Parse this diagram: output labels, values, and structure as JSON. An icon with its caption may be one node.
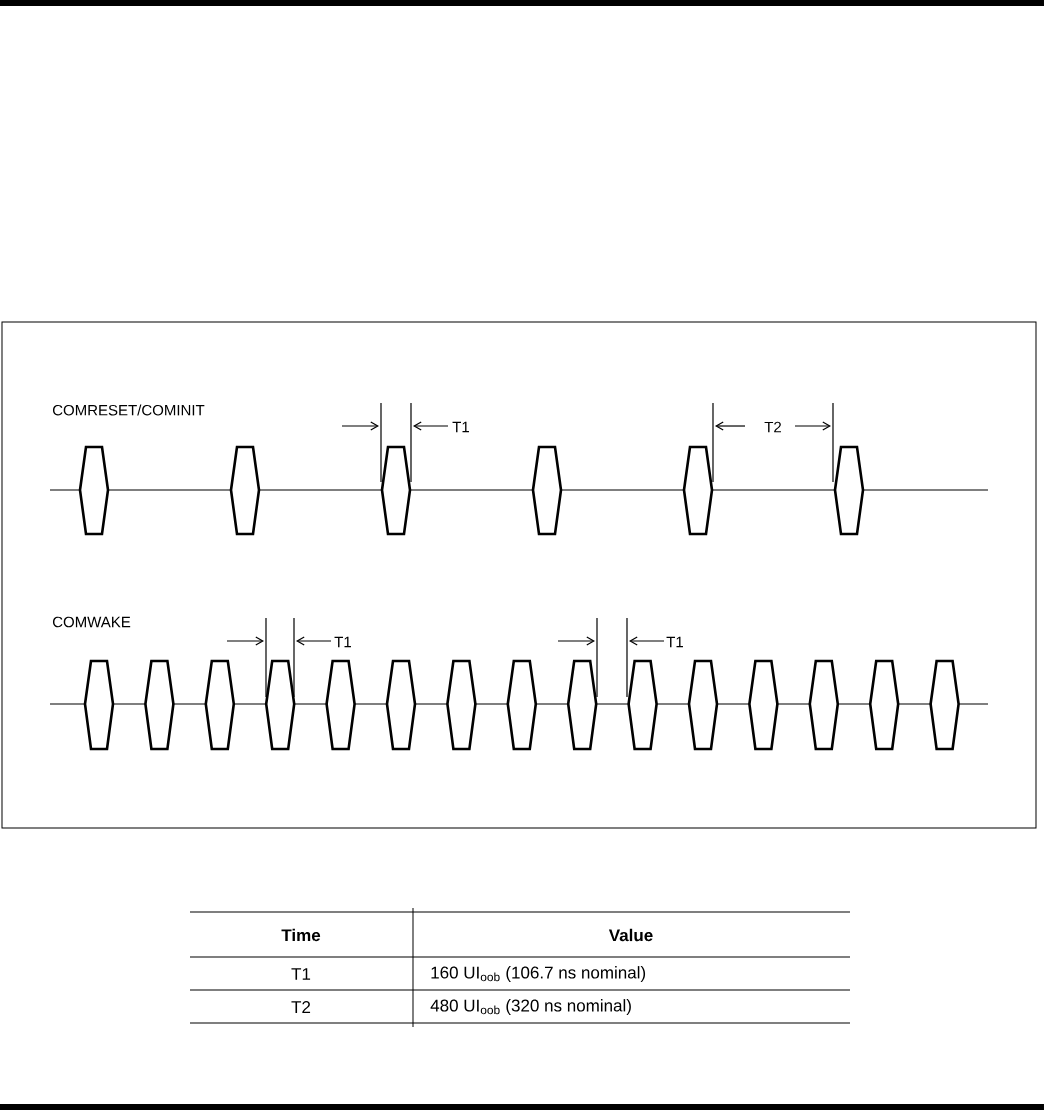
{
  "diagram": {
    "labels": [
      "COMRESET/COMINIT",
      "T1",
      "T2",
      "COMWAKE",
      "T1",
      "T1",
      "Time",
      "Value",
      "T1",
      "160 UI$_{oob}$ (106.7 ns nominal)",
      "T2",
      "480 UI$_{oob}$ (320 ns nominal)"
    ]
  }
}
